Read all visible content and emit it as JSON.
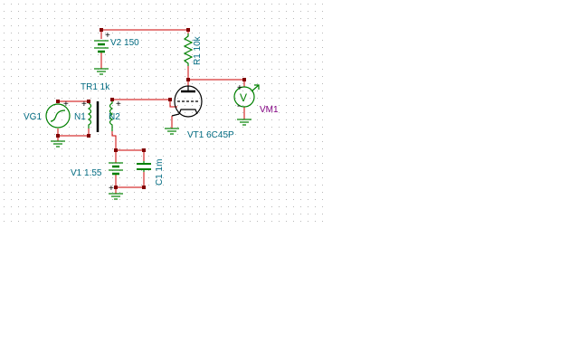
{
  "colors": {
    "background": "#ffffff",
    "grid_dots": "#b8b8b8",
    "wire": "#cc0000",
    "component": "#008000",
    "label": "#006a80",
    "meter_label": "#800080",
    "node": "#800000",
    "tube_body": "#000000",
    "polarity": "#000000"
  },
  "components": {
    "v2": {
      "label": "V2 150",
      "icon": "battery-icon"
    },
    "r1": {
      "label": "R1 10k",
      "icon": "resistor-icon"
    },
    "tr1": {
      "label": "TR1 1k",
      "icon": "transformer-icon",
      "n1": "N1",
      "n2": "N2"
    },
    "vg1": {
      "label": "VG1",
      "icon": "signal-generator-icon"
    },
    "vt1": {
      "label": "VT1 6C45P",
      "icon": "triode-tube-icon"
    },
    "vm1": {
      "label": "VM1",
      "symbol": "V",
      "icon": "voltmeter-icon"
    },
    "v1": {
      "label": "V1 1.55",
      "icon": "battery-icon"
    },
    "c1": {
      "label": "C1 1m",
      "icon": "capacitor-icon"
    }
  },
  "polarity": {
    "plus": "+",
    "minus": "-"
  }
}
